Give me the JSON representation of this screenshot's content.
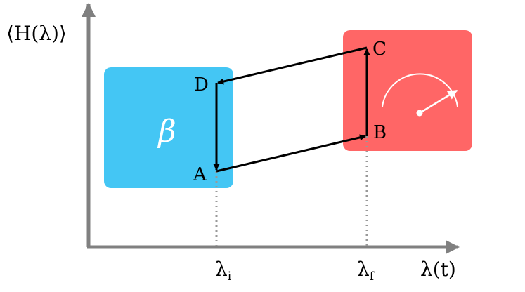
{
  "y_axis_label": "⟨H(λ)⟩",
  "x_axis_label": "λ(t)",
  "tick_initial": {
    "symbol": "λ",
    "subscript": "i"
  },
  "tick_final": {
    "symbol": "λ",
    "subscript": "f"
  },
  "cold_box": {
    "symbol": "β",
    "color": "#44c6f4"
  },
  "hot_box": {
    "icon": "gauge-icon",
    "color": "#ff6666"
  },
  "points": {
    "A": "A",
    "B": "B",
    "C": "C",
    "D": "D"
  },
  "colors": {
    "axis": "#808080",
    "arrow": "#000000",
    "dotted": "#999999"
  }
}
